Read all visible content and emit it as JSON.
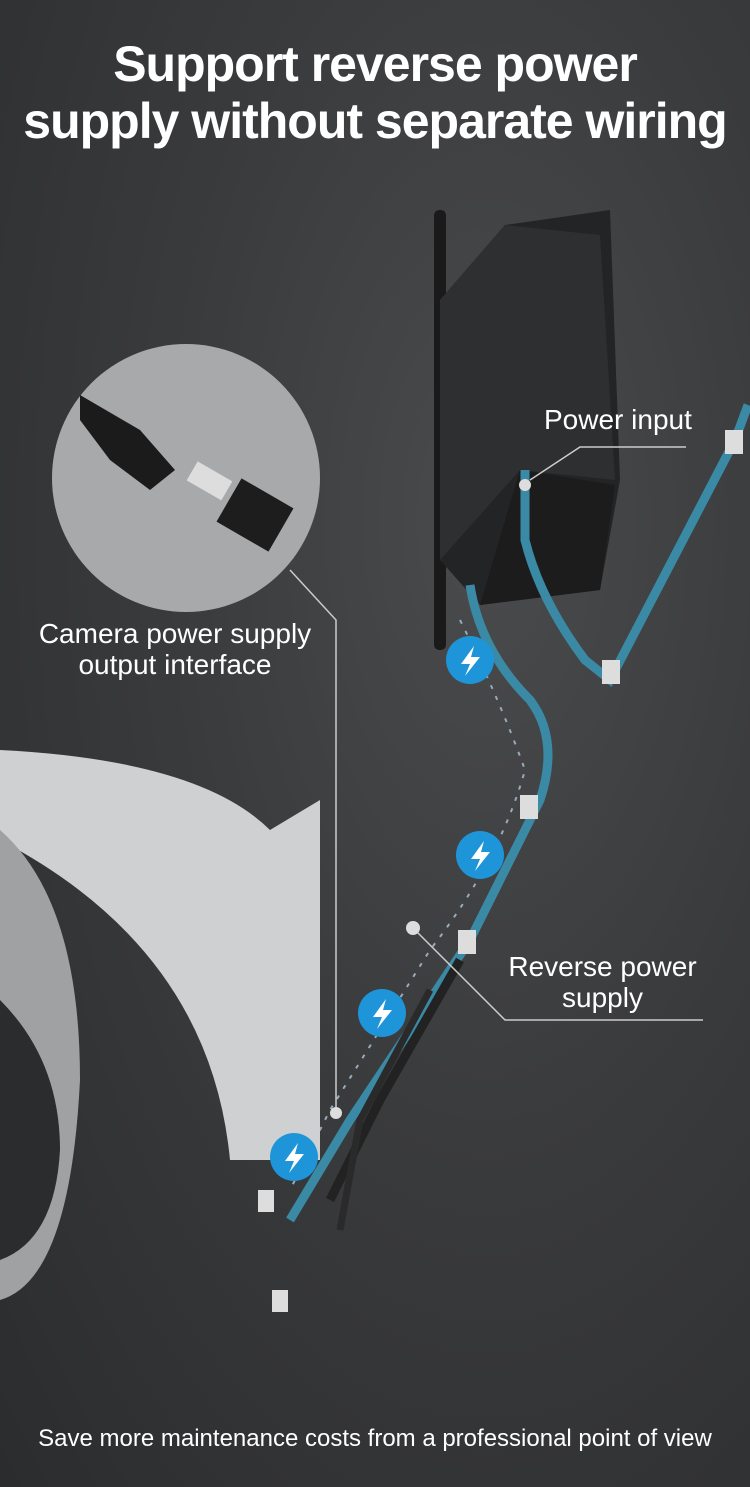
{
  "title": {
    "line1": "Support reverse power",
    "line2": "supply without separate wiring"
  },
  "callouts": {
    "power_input": "Power input",
    "camera_interface_line1": "Camera power supply",
    "camera_interface_line2": "output interface",
    "reverse_line1": "Reverse power",
    "reverse_line2": "supply"
  },
  "footer": "Save more maintenance costs from a professional point of view",
  "colors": {
    "accent": "#1e95d8",
    "cable": "#3a8aa6"
  }
}
